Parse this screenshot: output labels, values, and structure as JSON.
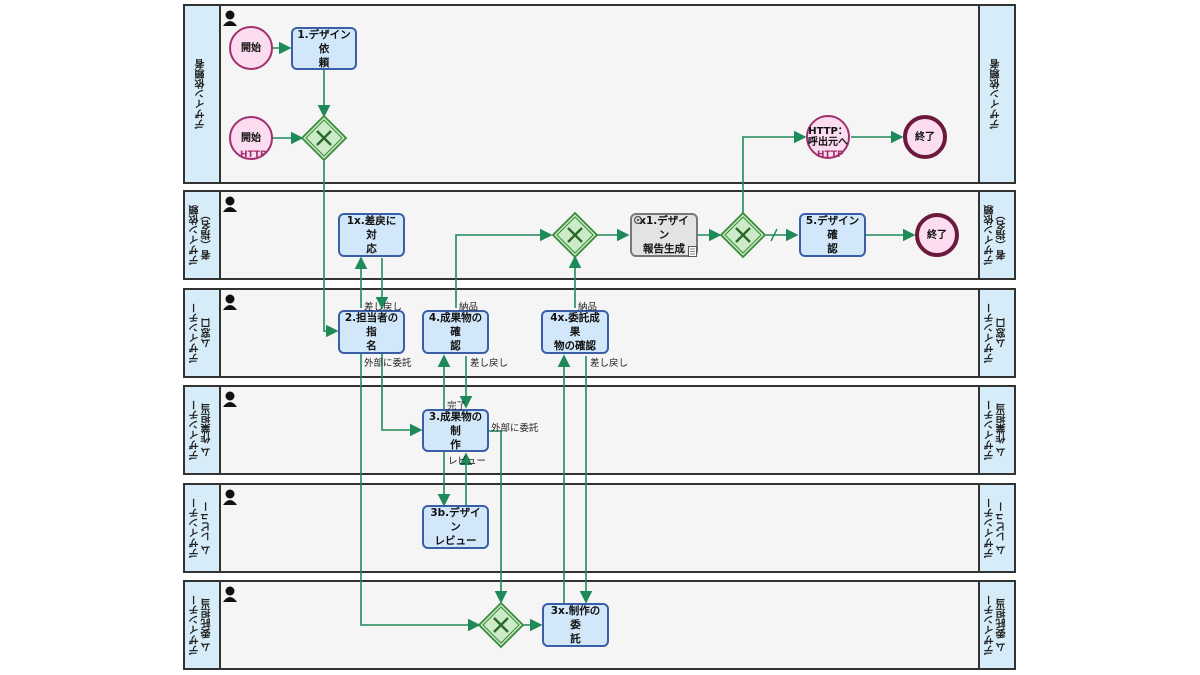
{
  "lanes": [
    {
      "name": "デザイン依頼者"
    },
    {
      "name": "デザイン依頼\n者（指名）"
    },
    {
      "name": "デザインチー\nム窓口"
    },
    {
      "name": "デザインチー\nム 作業担当"
    },
    {
      "name": "デザインチー\nム レビュー"
    },
    {
      "name": "デザインチー\nム 委託担当"
    }
  ],
  "events": {
    "start1": "開始",
    "start2": "開始",
    "start2_sub": "HTTP",
    "http_call": "HTTP：\n呼出元へ",
    "http_call_sub": "HTTP",
    "end1": "終了",
    "end2": "終了"
  },
  "tasks": {
    "t1": "1.デザイン依\n頼",
    "t1x": "1x.差戻に対\n応",
    "tx1": "x1.デザイン\n報告生成",
    "t5": "5.デザイン確\n認",
    "t2": "2.担当者の指\n名",
    "t4": "4.成果物の確\n認",
    "t4x": "4x.委託成果\n物の確認",
    "t3": "3.成果物の制\n作",
    "t3b": "3b.デザイン\nレビュー",
    "t3x": "3x.制作の委\n託"
  },
  "flow_labels": {
    "sashimodoshi1": "差し戻し",
    "nouhin1": "納品",
    "nouhin2": "納品",
    "gaibu_itaku1": "外部に委託",
    "sashimodoshi2": "差し戻し",
    "sashimodoshi3": "差し戻し",
    "kanryo": "完了",
    "gaibu_itaku2": "外部に委託",
    "review": "レビュー"
  },
  "colors": {
    "flow": "#1e8a5a",
    "gateway_fill": "#cdebc8",
    "gateway_stroke": "#3a8a3a"
  }
}
